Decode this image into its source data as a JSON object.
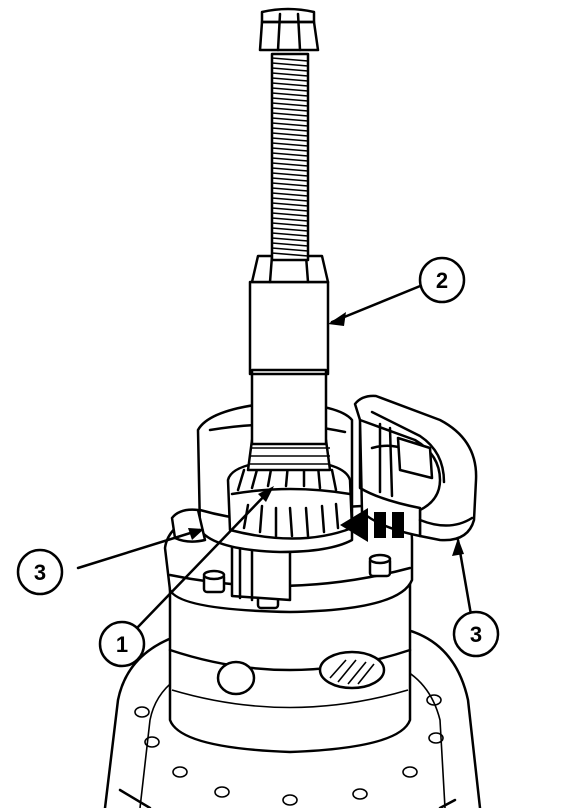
{
  "figure": {
    "callouts": [
      {
        "id": "c1",
        "label": "1"
      },
      {
        "id": "c2",
        "label": "2"
      },
      {
        "id": "c3a",
        "label": "3"
      },
      {
        "id": "c3b",
        "label": "3"
      }
    ]
  }
}
